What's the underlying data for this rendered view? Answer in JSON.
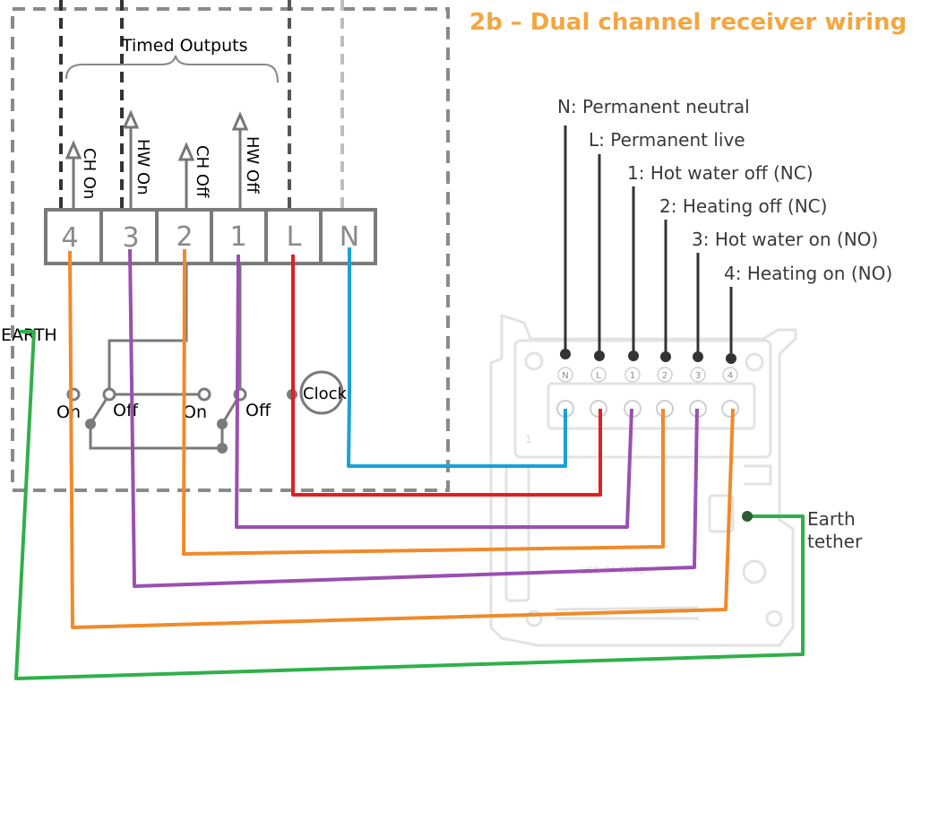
{
  "title": "2b – Dual channel receiver wiring",
  "colors": {
    "title": "#f4a640",
    "orange": "#f08a2a",
    "purple": "#9b4fb0",
    "red": "#e02020",
    "blue": "#1ba0d8",
    "green": "#2fb04a",
    "dashed_dark": "#3b3b3b",
    "dashed_gray": "#8a8a8a",
    "block": "#7a7a7a",
    "receiver": "#e6e6e6"
  },
  "timed_outputs_label": "Timed Outputs",
  "output_labels": [
    "CH On",
    "HW On",
    "CH Off",
    "HW Off"
  ],
  "terminals": [
    "4",
    "3",
    "2",
    "1",
    "L",
    "N"
  ],
  "switch_labels": [
    "On",
    "Off",
    "On",
    "Off"
  ],
  "clock_label": "Clock",
  "earth_label": "EARTH",
  "receiver_legend": [
    "N: Permanent neutral",
    "L: Permanent live",
    "1: Hot water off (NC)",
    "2: Heating off (NC)",
    "3: Hot water on (NO)",
    "4: Heating on (NO)"
  ],
  "receiver_terminals": [
    "N",
    "L",
    "1",
    "2",
    "3",
    "4"
  ],
  "earth_tether_label": [
    "Earth",
    "tether"
  ],
  "fuse_label": "USE   3A   FUSE",
  "receiver_side_mark": "1"
}
